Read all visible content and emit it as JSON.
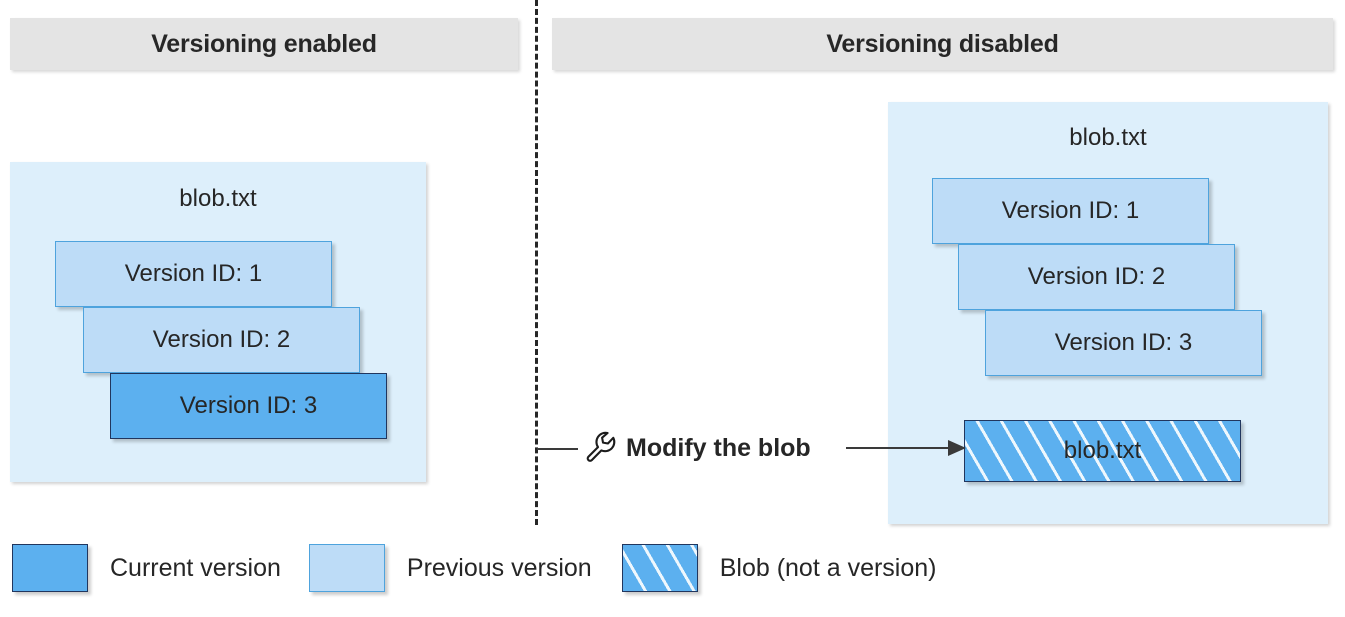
{
  "columns": [
    {
      "id": "versioning-enabled",
      "title": "Versioning enabled"
    },
    {
      "id": "versioning-disabled",
      "title": "Versioning disabled"
    }
  ],
  "panels": {
    "left": {
      "title": "blob.txt",
      "boxes": [
        {
          "label": "Version ID: 1",
          "kind": "previous"
        },
        {
          "label": "Version ID: 2",
          "kind": "previous"
        },
        {
          "label": "Version ID: 3",
          "kind": "current"
        }
      ]
    },
    "right": {
      "title": "blob.txt",
      "boxes": [
        {
          "label": "Version ID: 1",
          "kind": "previous"
        },
        {
          "label": "Version ID: 2",
          "kind": "previous"
        },
        {
          "label": "Version ID: 3",
          "kind": "previous"
        }
      ],
      "blob": {
        "label": "blob.txt",
        "kind": "not-a-version"
      }
    }
  },
  "action": {
    "label": "Modify the blob",
    "icon": "wrench-icon"
  },
  "legend": [
    {
      "id": "current",
      "label": "Current version",
      "kind": "current"
    },
    {
      "id": "previous",
      "label": "Previous version",
      "kind": "previous"
    },
    {
      "id": "blob",
      "label": "Blob (not a version)",
      "kind": "hatch"
    }
  ],
  "colors": {
    "header_bg": "#e4e4e4",
    "panel_bg": "#ddeffb",
    "current_version": "#5cb0ef",
    "current_version_border": "#21365e",
    "previous_version": "#bddcf7",
    "previous_version_border": "#4ea3dd",
    "text": "#262626",
    "divider": "#262626"
  }
}
